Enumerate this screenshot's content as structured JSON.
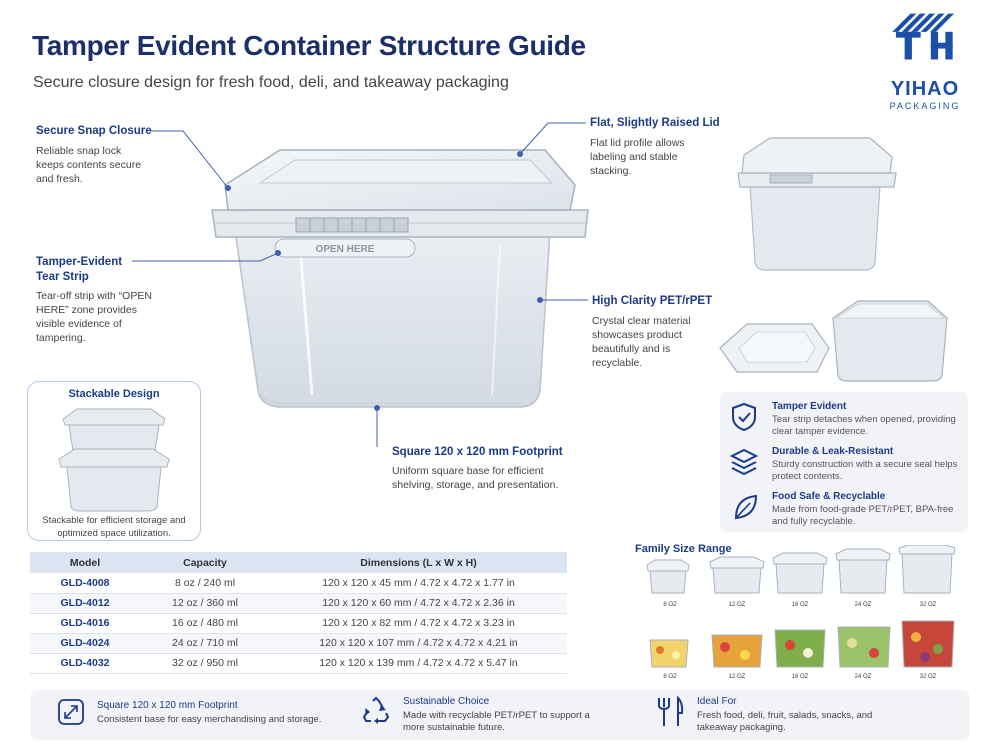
{
  "header": {
    "title": "Tamper Evident Container Structure Guide",
    "subtitle": "Secure closure design for fresh food, deli, and takeaway packaging"
  },
  "logo": {
    "name": "YIHAO",
    "sub": "PACKAGING"
  },
  "callouts": {
    "snap": {
      "title": "Secure Snap Closure",
      "text": "Reliable snap lock keeps contents secure and fresh."
    },
    "tear": {
      "title": "Tamper-Evident Tear Strip",
      "text": "Tear-off strip with “OPEN HERE” zone provides visible evidence of tampering."
    },
    "lid": {
      "title": "Flat, Slightly Raised Lid",
      "text": "Flat lid profile allows labeling and stable stacking."
    },
    "clarity": {
      "title": "High Clarity PET/rPET",
      "text": "Crystal clear material showcases product beautifully and is recyclable."
    },
    "footprint": {
      "title": "Square 120 x 120 mm Footprint",
      "text": "Uniform square base for efficient shelving, storage, and presentation."
    }
  },
  "strip_text": "OPEN HERE",
  "stackable": {
    "title": "Stackable Design",
    "text": "Stackable for efficient storage and optimized space utilization."
  },
  "features": [
    {
      "title": "Tamper Evident",
      "text": "Tear strip detaches when opened, providing clear tamper evidence."
    },
    {
      "title": "Durable & Leak-Resistant",
      "text": "Sturdy construction with a secure seal helps protect contents."
    },
    {
      "title": "Food Safe & Recyclable",
      "text": "Made from food-grade PET/rPET, BPA-free and fully recyclable."
    }
  ],
  "table": {
    "headers": [
      "Model",
      "Capacity",
      "Dimensions (L x W x H)"
    ],
    "rows": [
      [
        "GLD-4008",
        "8 oz / 240 ml",
        "120 x 120 x 45 mm / 4.72 x 4.72 x 1.77 in"
      ],
      [
        "GLD-4012",
        "12 oz / 360 ml",
        "120 x 120 x 60 mm / 4.72 x 4.72 x 2.36 in"
      ],
      [
        "GLD-4016",
        "16 oz / 480 ml",
        "120 x 120 x 82 mm / 4.72 x 4.72 x 3.23 in"
      ],
      [
        "GLD-4024",
        "24 oz / 710 ml",
        "120 x 120 x 107 mm / 4.72 x 4.72 x 4.21 in"
      ],
      [
        "GLD-4032",
        "32 oz / 950 ml",
        "120 x 120 x 139 mm / 4.72 x 4.72 x 5.47 in"
      ]
    ]
  },
  "family": {
    "title": "Family Size Range",
    "sizes": [
      "8 OZ",
      "12 OZ",
      "16 OZ",
      "24 OZ",
      "32 OZ"
    ]
  },
  "bottom": [
    {
      "title": "Square 120 x 120 mm Footprint",
      "text": "Consistent base for easy merchandising and storage.",
      "icon": "resize-icon"
    },
    {
      "title": "Sustainable Choice",
      "text": "Made with recyclable PET/rPET to support a more sustainable future.",
      "icon": "recycle-icon"
    },
    {
      "title": "Ideal For",
      "text": "Fresh food, deli, fruit, salads, snacks, and takeaway packaging.",
      "icon": "utensils-icon"
    }
  ],
  "colors": {
    "accent": "#1b3a8a",
    "brand": "#1b4fa8",
    "panel": "#f1f3f6"
  }
}
